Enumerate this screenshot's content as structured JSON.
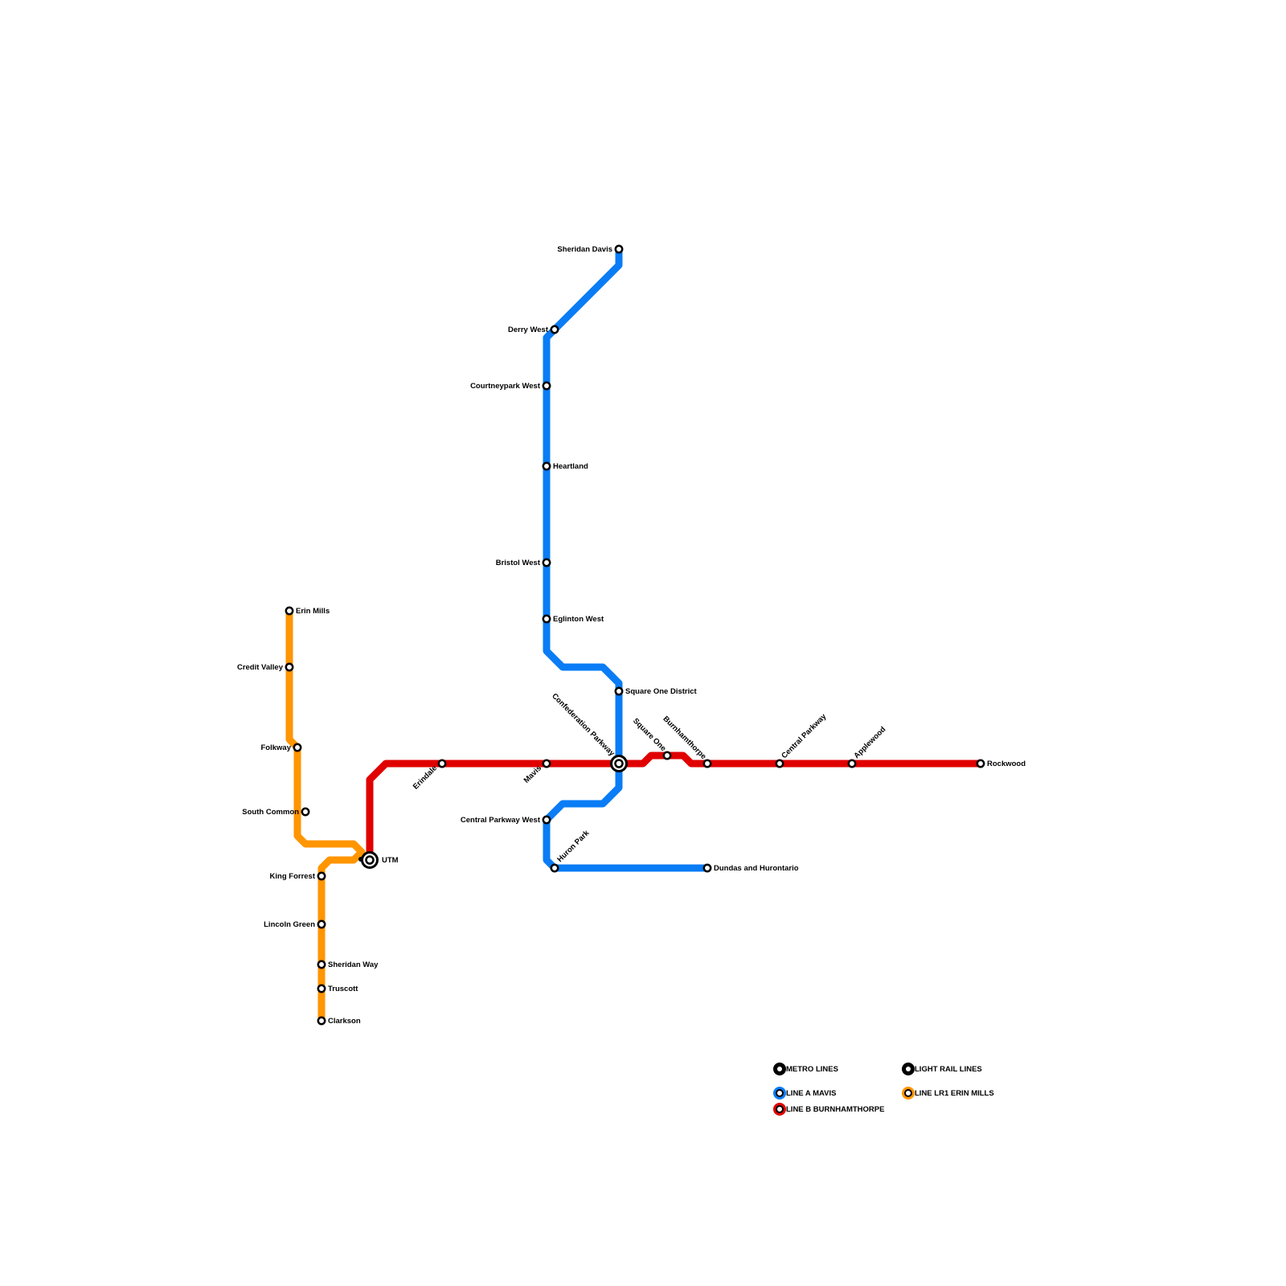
{
  "colors": {
    "line_a": "#0a7cf5",
    "line_b": "#e00000",
    "line_lr1": "#ff9500",
    "station_fill": "#ffffff",
    "station_stroke": "#000000"
  },
  "lines": [
    {
      "id": "line_a",
      "name": "LINE A MAVIS",
      "color": "#0a7cf5"
    },
    {
      "id": "line_b",
      "name": "LINE B BURNHAMTHORPE",
      "color": "#e00000"
    },
    {
      "id": "line_lr1",
      "name": "LINE LR1 ERIN MILLS",
      "color": "#ff9500"
    }
  ],
  "stations": {
    "sheridan_davis": "Sheridan Davis",
    "derry_west": "Derry West",
    "courtneypark_west": "Courtneypark West",
    "heartland": "Heartland",
    "bristol_west": "Bristol West",
    "eglinton_west": "Eglinton West",
    "square_one_district": "Square One District",
    "confederation_parkway": "Confederation Parkway",
    "square_one": "Square One",
    "burnhamthorpe": "Burnhamthorpe",
    "central_parkway": "Central Parkway",
    "applewood": "Applewood",
    "rockwood": "Rockwood",
    "mavis": "Mavis",
    "erindale": "Erindale",
    "central_parkway_west": "Central Parkway West",
    "huron_park": "Huron Park",
    "dundas_and_hurontario": "Dundas and Hurontario",
    "utm": "UTM",
    "erin_mills": "Erin Mills",
    "credit_valley": "Credit Valley",
    "folkway": "Folkway",
    "south_common": "South Common",
    "king_forrest": "King Forrest",
    "lincoln_green": "Lincoln Green",
    "sheridan_way": "Sheridan Way",
    "truscott": "Truscott",
    "clarkson": "Clarkson"
  },
  "legend": {
    "metro_lines": "METRO LINES",
    "light_rail_lines": "LIGHT RAIL LINES",
    "line_a": "LINE A MAVIS",
    "line_b": "LINE B BURNHAMTHORPE",
    "line_lr1": "LINE LR1 ERIN MILLS"
  }
}
